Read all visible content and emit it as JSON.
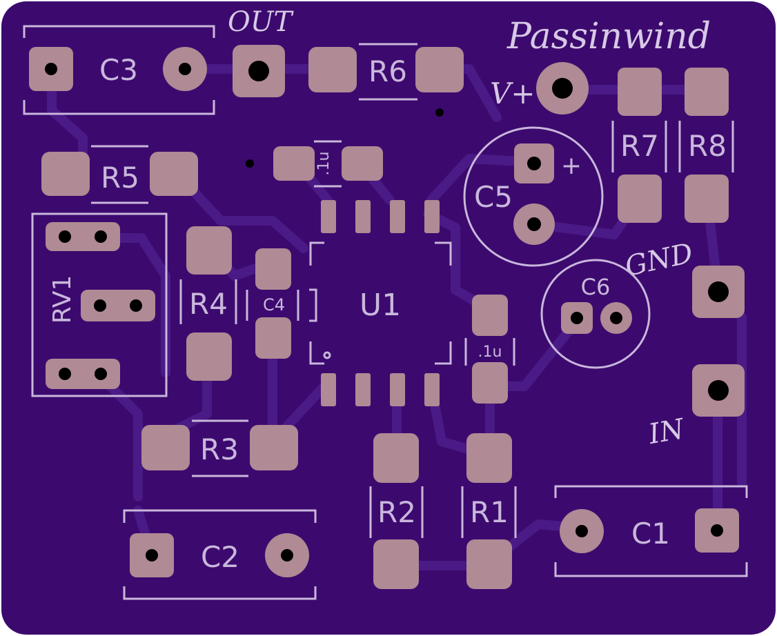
{
  "board": {
    "colors": {
      "substrate": "#3c0a6e",
      "copper_pour": "#411076",
      "trace": "#4a1a86",
      "pad": "#b08a94",
      "silkscreen": "#c9b7dc",
      "drill": "#000000"
    }
  },
  "labels": {
    "brand": "Passinwind",
    "out": "OUT",
    "vplus": "V+",
    "gnd": "GND",
    "in": "IN",
    "plus_mark": "+"
  },
  "components": {
    "c1": "C1",
    "c2": "C2",
    "c3": "C3",
    "c4": "C4",
    "c5": "C5",
    "c6": "C6",
    "r1": "R1",
    "r2": "R2",
    "r3": "R3",
    "r4": "R4",
    "r5": "R5",
    "r6": "R6",
    "r7": "R7",
    "r8": "R8",
    "rv1": "RV1",
    "u1": "U1",
    "cap_top": ".1u",
    "cap_right": ".1u"
  }
}
